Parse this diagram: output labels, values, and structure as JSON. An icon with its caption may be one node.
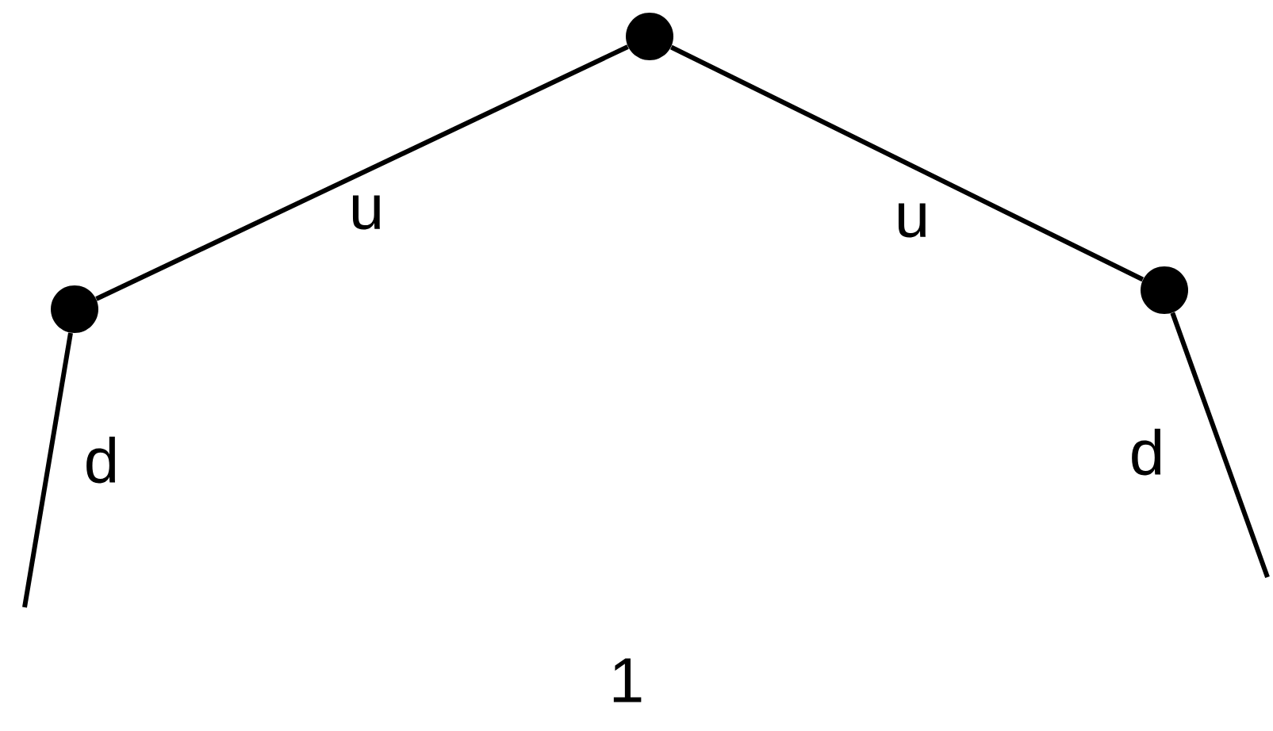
{
  "diagram": {
    "nodes": [
      {
        "text": [],
        "shape": "circle"
      },
      {
        "text": [],
        "shape": "circle"
      },
      {
        "text": [],
        "shape": "circle"
      }
    ],
    "edges": [
      {
        "from": 1,
        "to": 0,
        "arrow": "none",
        "label": "u"
      },
      {
        "from": 0,
        "to": 2,
        "arrow": "none",
        "label": "u"
      },
      {
        "from": 1,
        "to": null,
        "arrow": "none",
        "label": "d"
      },
      {
        "from": 2,
        "to": null,
        "arrow": "none",
        "label": "d"
      }
    ],
    "labels": [
      "1"
    ]
  }
}
